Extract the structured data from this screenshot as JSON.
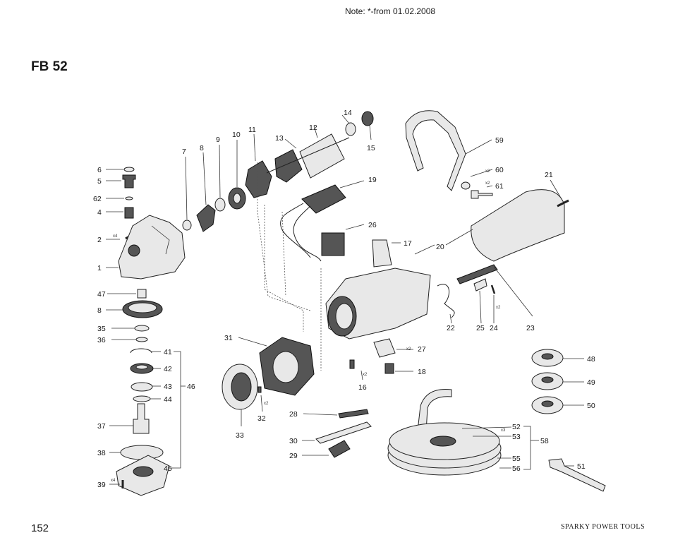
{
  "header": {
    "note": "Note: *-from 01.02.2008",
    "model": "FB 52"
  },
  "footer": {
    "page": "152",
    "brand": "SPARKY POWER TOOLS"
  },
  "labels": {
    "p1": "1",
    "p2": "2",
    "p4": "4",
    "p5": "5",
    "p6": "6",
    "p62": "62",
    "p7": "7",
    "p8": "8",
    "p9": "9",
    "p10": "10",
    "p11": "11",
    "p12": "12",
    "p13": "13",
    "p14": "14",
    "p15": "15",
    "p16": "16",
    "p17": "17",
    "p18": "18",
    "p19": "19",
    "p20": "20",
    "p21": "21",
    "p22": "22",
    "p23": "23",
    "p24": "24",
    "p25": "25",
    "p26": "26",
    "p27": "27",
    "p28": "28",
    "p29": "29",
    "p30": "30",
    "p31": "31",
    "p32": "32",
    "p33": "33",
    "p35": "35",
    "p36": "36",
    "p37": "37",
    "p38": "38",
    "p39": "39",
    "p41": "41",
    "p42": "42",
    "p43": "43",
    "p44": "44",
    "p45": "45",
    "p46": "46",
    "p47": "47",
    "p8b": "8",
    "p48": "48",
    "p49": "49",
    "p50": "50",
    "p51": "51",
    "p52": "52",
    "p53": "53",
    "p55": "55",
    "p56": "56",
    "p58": "58",
    "p59": "59",
    "p60": "60",
    "p61": "61"
  },
  "quantities": {
    "x4a": "x4",
    "x4b": "x4",
    "x2a": "x2",
    "x2b": "x2",
    "x2c": "x2",
    "x2d": "x2",
    "x2e": "x2",
    "x2f": "x2",
    "x3": "x3"
  }
}
